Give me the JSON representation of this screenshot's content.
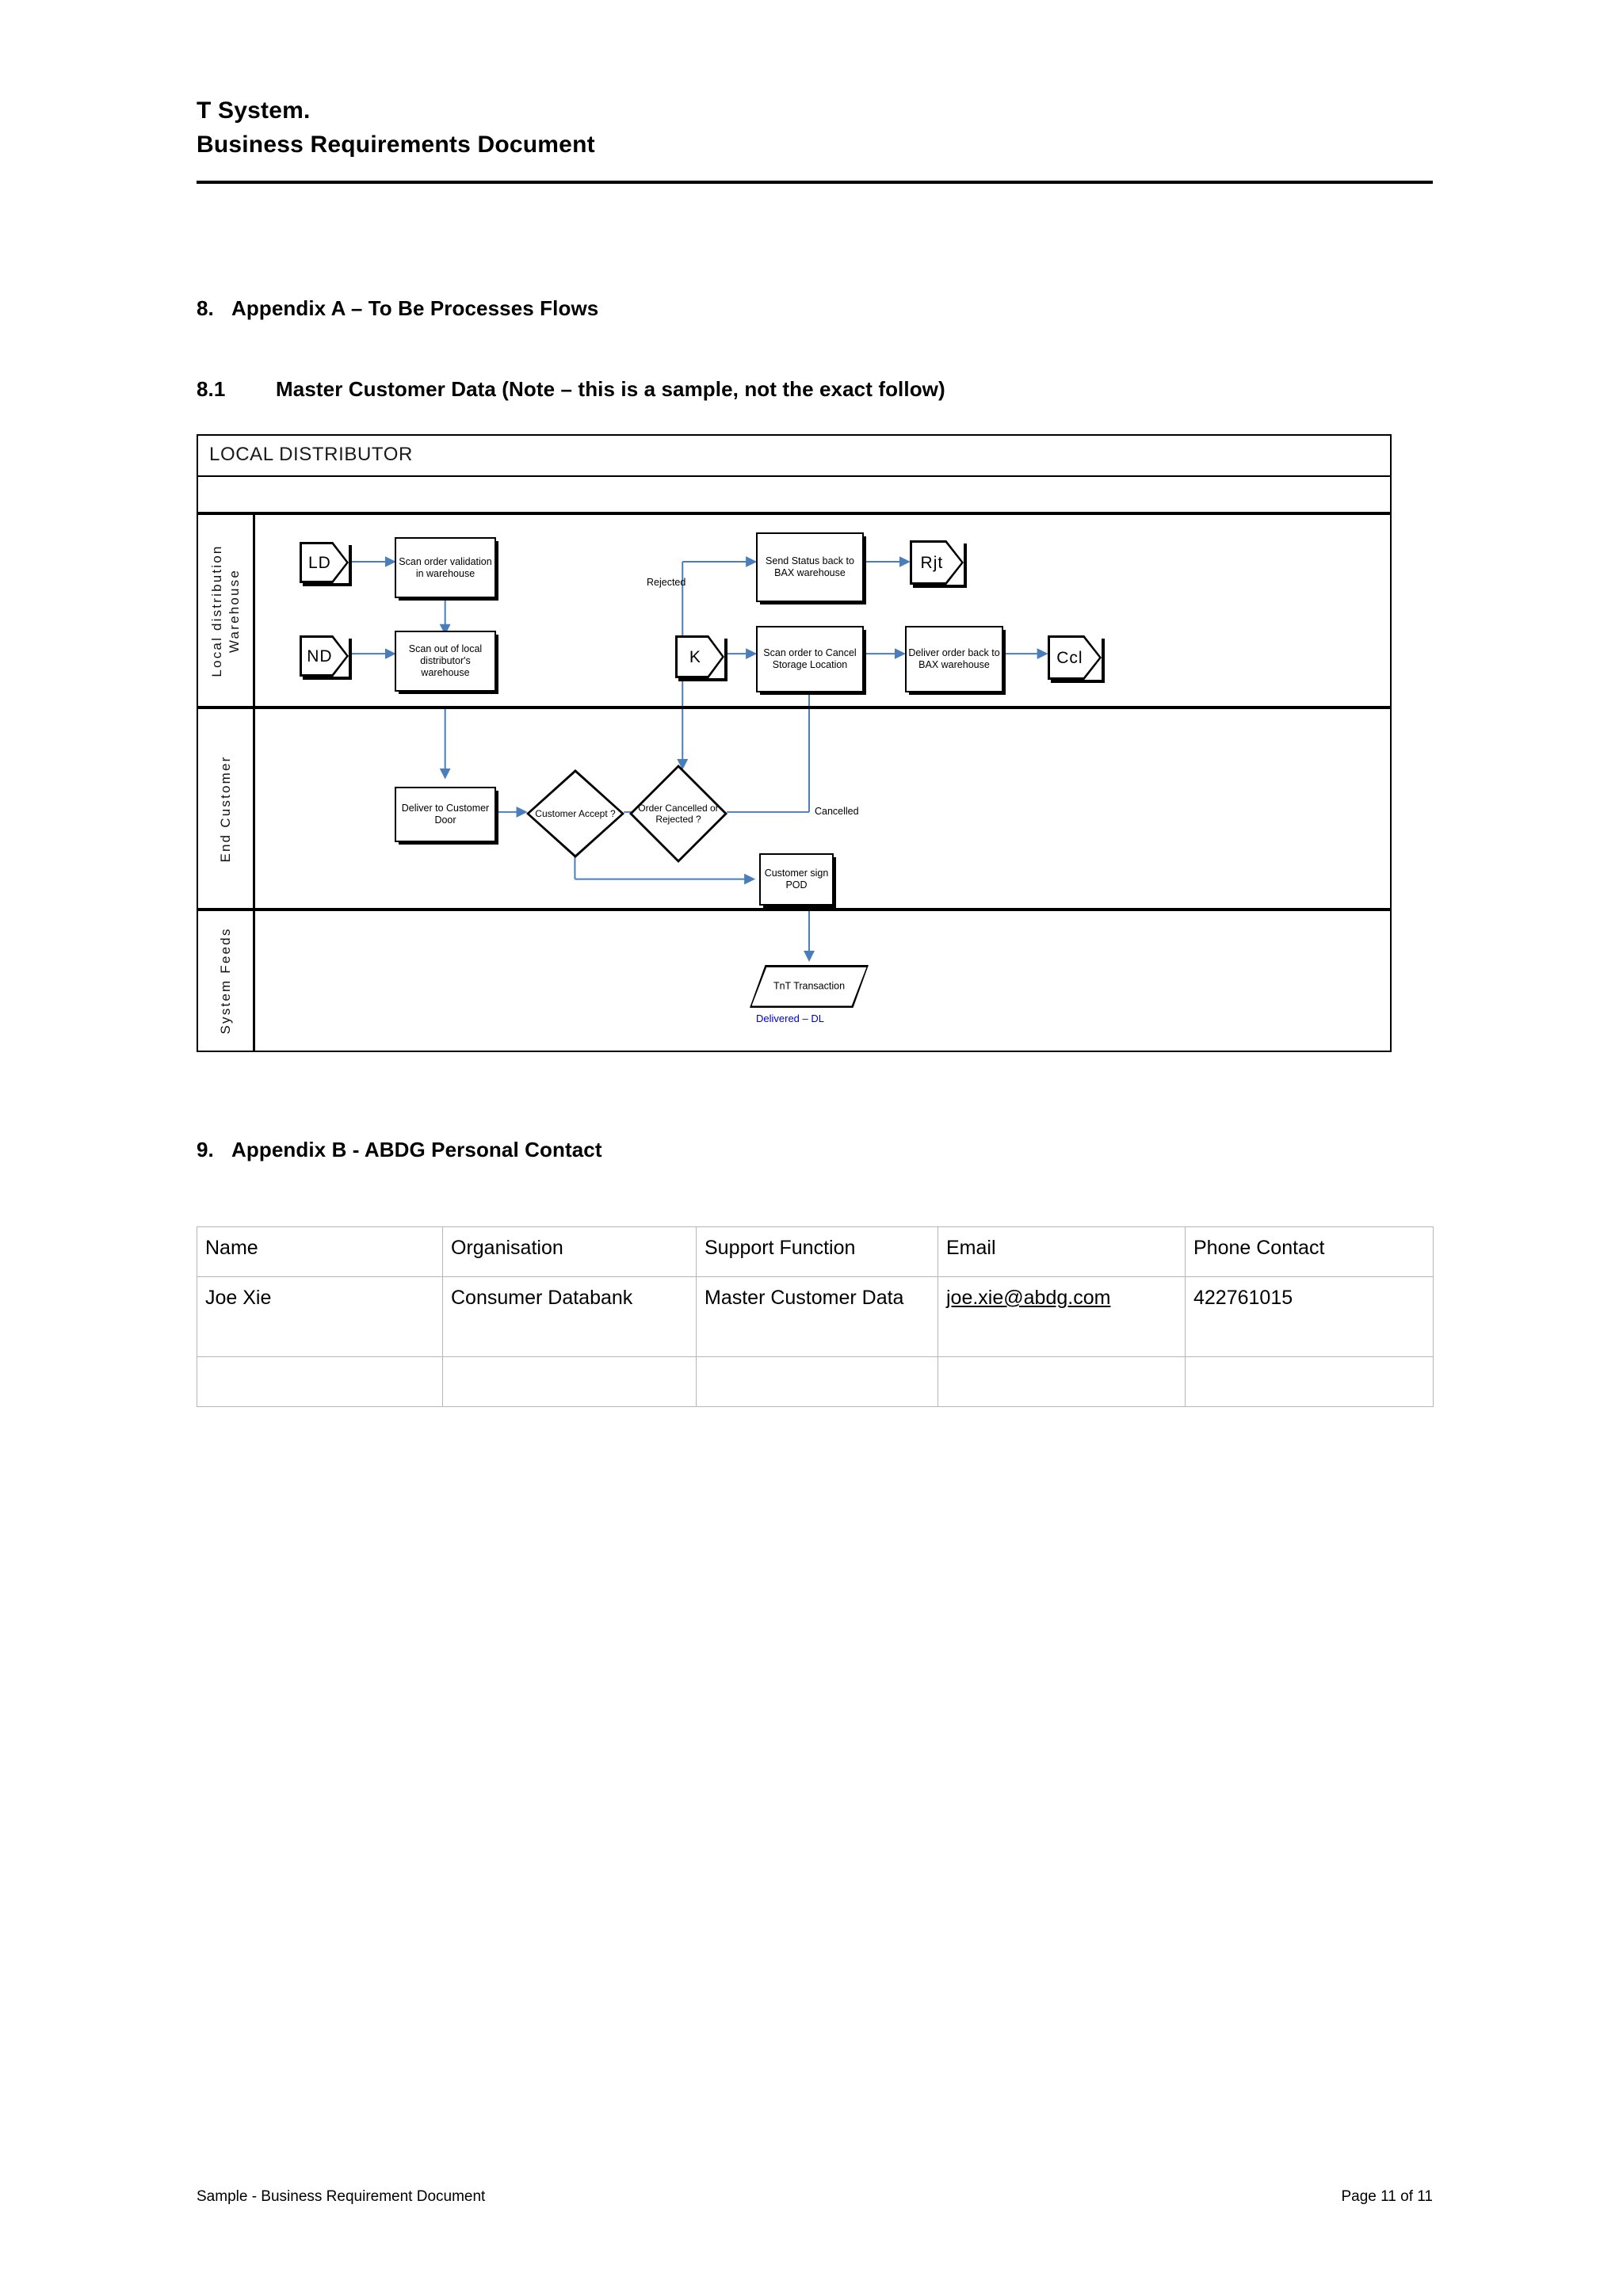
{
  "document": {
    "header": {
      "line1": "T System.",
      "line2": "Business Requirements Document"
    },
    "footer": {
      "left": "Sample - Business Requirement Document",
      "right": "Page 11 of 11"
    }
  },
  "sections": {
    "appendix_a": {
      "number": "8.",
      "title": "Appendix A – To Be Processes Flows"
    },
    "sub_81": {
      "number": "8.1",
      "title": "Master Customer Data (Note – this is a sample, not the exact follow)"
    },
    "appendix_b": {
      "number": "9.",
      "title": "Appendix B - ABDG Personal Contact"
    }
  },
  "diagram": {
    "pool_title": "LOCAL DISTRIBUTOR",
    "lanes": [
      {
        "label": "Local distribution\nWarehouse"
      },
      {
        "label": "End Customer"
      },
      {
        "label": "System Feeds"
      }
    ],
    "nodes": {
      "ld": "LD",
      "nd": "ND",
      "k": "K",
      "rjt": "Rjt",
      "ccl": "Ccl",
      "scan_order_validation": "Scan order validation in warehouse",
      "scan_out_local": "Scan out of local distributor's warehouse",
      "send_status_back": "Send Status back to BAX warehouse",
      "scan_cancel_storage": "Scan order to Cancel Storage Location",
      "deliver_back_bax": "Deliver order back to BAX warehouse",
      "deliver_customer_door": "Deliver to Customer Door",
      "customer_accept": "Customer Accept ?",
      "order_cancelled_rejected": "Order Cancelled or Rejected ?",
      "customer_sign_pod": "Customer sign POD",
      "tnt_transaction": "TnT Transaction"
    },
    "edge_labels": {
      "rejected": "Rejected",
      "cancelled": "Cancelled"
    },
    "annotations": {
      "delivered_dl": "Delivered – DL"
    },
    "colors": {
      "edge": "#4a7ebb",
      "annotation": "#0000cc"
    }
  },
  "contact_table": {
    "headers": [
      "Name",
      "Organisation",
      "Support Function",
      "Email",
      "Phone Contact"
    ],
    "rows": [
      {
        "name": "Joe Xie",
        "organisation": "Consumer Databank",
        "support_function": "Master Customer Data",
        "email": "joe.xie@abdg.com",
        "phone": "422761015"
      },
      {
        "name": "",
        "organisation": "",
        "support_function": "",
        "email": "",
        "phone": ""
      }
    ]
  }
}
